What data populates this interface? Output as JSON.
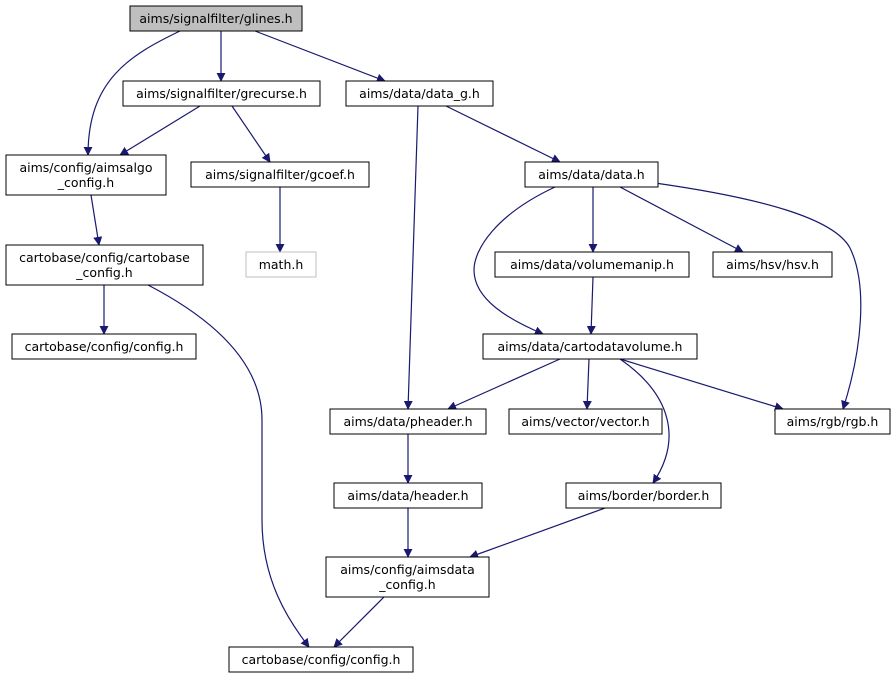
{
  "diagram": {
    "title": "",
    "edge_color": "#191970",
    "root_fill": "#bfbfbf",
    "missing_border": "#bfbfbf",
    "nodes": [
      {
        "id": "glines",
        "lines": [
          "aims/signalfilter/glines.h"
        ],
        "root": true
      },
      {
        "id": "grecurse",
        "lines": [
          "aims/signalfilter/grecurse.h"
        ]
      },
      {
        "id": "data_g",
        "lines": [
          "aims/data/data_g.h"
        ]
      },
      {
        "id": "aimsalgo",
        "lines": [
          "aims/config/aimsalgo",
          "_config.h"
        ]
      },
      {
        "id": "gcoef",
        "lines": [
          "aims/signalfilter/gcoef.h"
        ]
      },
      {
        "id": "datah",
        "lines": [
          "aims/data/data.h"
        ]
      },
      {
        "id": "cartobase_config",
        "lines": [
          "cartobase/config/cartobase",
          "_config.h"
        ]
      },
      {
        "id": "math",
        "lines": [
          "math.h"
        ],
        "missing": true
      },
      {
        "id": "volumemanip",
        "lines": [
          "aims/data/volumemanip.h"
        ]
      },
      {
        "id": "hsv",
        "lines": [
          "aims/hsv/hsv.h"
        ]
      },
      {
        "id": "config1",
        "lines": [
          "cartobase/config/config.h"
        ]
      },
      {
        "id": "cartodatavolume",
        "lines": [
          "aims/data/cartodatavolume.h"
        ]
      },
      {
        "id": "pheader",
        "lines": [
          "aims/data/pheader.h"
        ]
      },
      {
        "id": "vector",
        "lines": [
          "aims/vector/vector.h"
        ]
      },
      {
        "id": "rgb",
        "lines": [
          "aims/rgb/rgb.h"
        ]
      },
      {
        "id": "header",
        "lines": [
          "aims/data/header.h"
        ]
      },
      {
        "id": "border",
        "lines": [
          "aims/border/border.h"
        ]
      },
      {
        "id": "aimsdata",
        "lines": [
          "aims/config/aimsdata",
          "_config.h"
        ]
      },
      {
        "id": "config2",
        "lines": [
          "cartobase/config/config.h"
        ]
      }
    ],
    "edges": [
      {
        "from": "glines",
        "to": "grecurse"
      },
      {
        "from": "glines",
        "to": "data_g"
      },
      {
        "from": "glines",
        "to": "aimsalgo"
      },
      {
        "from": "grecurse",
        "to": "aimsalgo"
      },
      {
        "from": "grecurse",
        "to": "gcoef"
      },
      {
        "from": "gcoef",
        "to": "math"
      },
      {
        "from": "aimsalgo",
        "to": "cartobase_config"
      },
      {
        "from": "cartobase_config",
        "to": "config1"
      },
      {
        "from": "cartobase_config",
        "to": "config2"
      },
      {
        "from": "data_g",
        "to": "datah"
      },
      {
        "from": "data_g",
        "to": "pheader"
      },
      {
        "from": "datah",
        "to": "volumemanip"
      },
      {
        "from": "datah",
        "to": "hsv"
      },
      {
        "from": "datah",
        "to": "cartodatavolume"
      },
      {
        "from": "datah",
        "to": "rgb"
      },
      {
        "from": "volumemanip",
        "to": "cartodatavolume"
      },
      {
        "from": "cartodatavolume",
        "to": "pheader"
      },
      {
        "from": "cartodatavolume",
        "to": "vector"
      },
      {
        "from": "cartodatavolume",
        "to": "rgb"
      },
      {
        "from": "cartodatavolume",
        "to": "border"
      },
      {
        "from": "pheader",
        "to": "header"
      },
      {
        "from": "header",
        "to": "aimsdata"
      },
      {
        "from": "border",
        "to": "aimsdata"
      },
      {
        "from": "aimsdata",
        "to": "config2"
      }
    ]
  }
}
